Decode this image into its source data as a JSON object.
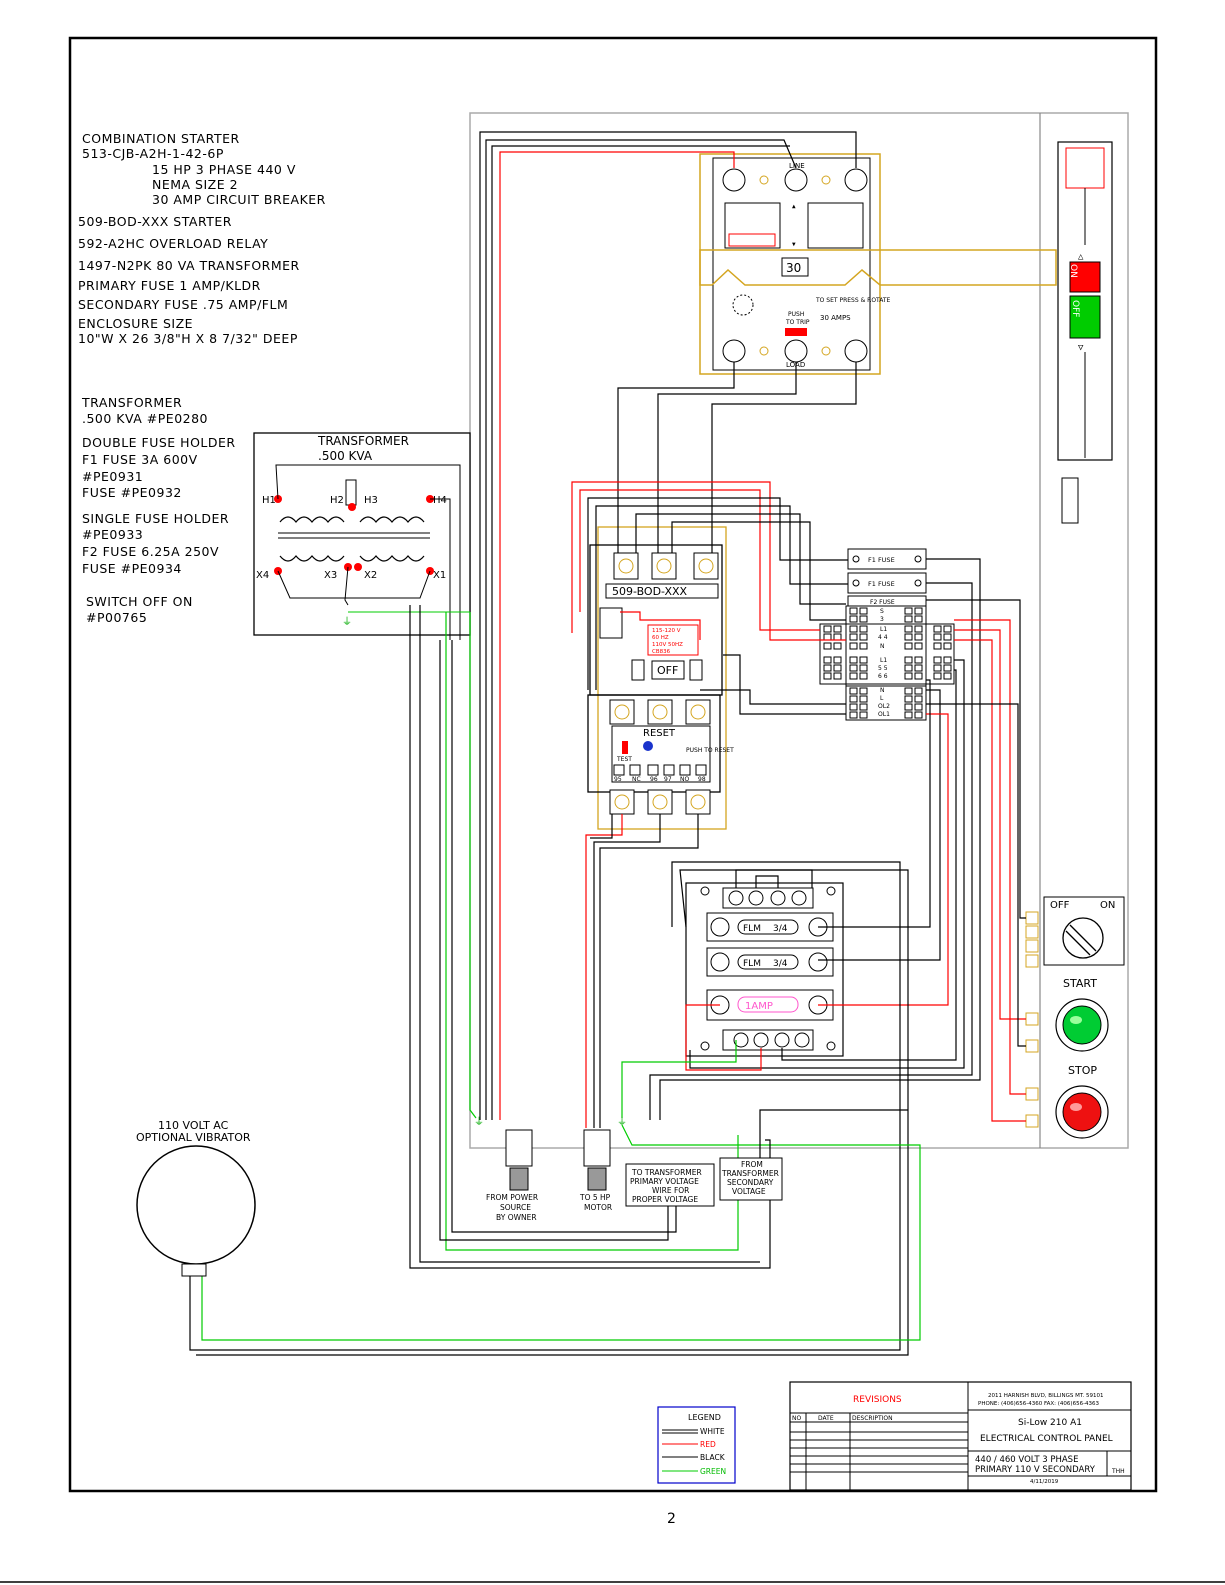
{
  "notes": {
    "combination_starter": [
      "COMBINATION STARTER",
      "513-CJB-A2H-1-42-6P",
      "15 HP 3 PHASE 440 V",
      "NEMA SIZE 2",
      "30 AMP CIRCUIT BREAKER"
    ],
    "components": [
      "509-BOD-XXX STARTER",
      "592-A2HC OVERLOAD RELAY",
      "1497-N2PK 80 VA TRANSFORMER",
      "PRIMARY FUSE 1 AMP/KLDR",
      "SECONDARY FUSE .75 AMP/FLM",
      "ENCLOSURE SIZE",
      "10\"W X 26 3/8\"H X 8 7/32\" DEEP"
    ],
    "transformer": [
      "TRANSFORMER",
      ".500 KVA   #PE0280"
    ],
    "double_fuse": [
      "DOUBLE FUSE HOLDER",
      "F1 FUSE 3A 600V",
      "#PE0931",
      "FUSE #PE0932"
    ],
    "single_fuse": [
      "SINGLE FUSE HOLDER",
      "#PE0933",
      "F2 FUSE 6.25A 250V",
      "FUSE #PE0934"
    ],
    "switch": [
      "SWITCH OFF ON",
      "#P00765"
    ]
  },
  "transformer_box": {
    "title": "TRANSFORMER",
    "rating": ".500 KVA",
    "h1": "H1",
    "h2": "H2",
    "h3": "H3",
    "h4": "H4",
    "x1": "X1",
    "x2": "X2",
    "x3": "X3",
    "x4": "X4"
  },
  "breaker": {
    "line": "LINE",
    "load": "LOAD",
    "dial": "30",
    "push": "PUSH",
    "to_trip": "TO TRIP",
    "to_set": "TO SET PRESS & ROTATE",
    "amps": "30 AMPS",
    "handle_text": "O N  O F F"
  },
  "starter": {
    "label": "509-BOD-XXX",
    "coil_lines": [
      "115-120 V",
      "60 HZ",
      "110V 50HZ",
      "CB836"
    ],
    "off": "OFF",
    "reset": "RESET",
    "test": "TEST",
    "push_to_reset": "PUSH TO RESET",
    "terminals": [
      "95",
      "NC",
      "96",
      "97",
      "NO",
      "98"
    ]
  },
  "fuse_block": {
    "f1a": "F1 FUSE",
    "f1b": "F1 FUSE",
    "f2": "F2 FUSE"
  },
  "terminal_strip": [
    "S",
    "3",
    "L1",
    "4 4",
    "N",
    "L1",
    "5 5",
    "6 6",
    "N",
    "L",
    "OL2",
    "OL1"
  ],
  "fuse_holder": {
    "fuse1": "FLM",
    "rating1": "3/4",
    "fuse2": "FLM",
    "rating2": "3/4",
    "fuse3": "1AMP"
  },
  "disconnect": {
    "handle_on": "ON",
    "handle_off": "OFF"
  },
  "panel_controls": {
    "selector_off": "OFF",
    "selector_on": "ON",
    "start": "START",
    "stop": "STOP"
  },
  "labels": {
    "from_power": [
      "FROM POWER",
      "SOURCE",
      "BY OWNER"
    ],
    "to_motor": [
      "TO 5 HP",
      "MOTOR"
    ],
    "to_transformer": [
      "TO TRANSFORMER",
      "PRIMARY VOLTAGE",
      "WIRE FOR",
      "PROPER VOLTAGE"
    ],
    "from_transformer": [
      "FROM",
      "TRANSFORMER",
      "SECONDARY",
      "VOLTAGE"
    ],
    "vibrator": [
      "110 VOLT AC",
      "OPTIONAL VIBRATOR"
    ]
  },
  "legend": {
    "title": "LEGEND",
    "items": [
      {
        "label": "WHITE",
        "color": "#000000"
      },
      {
        "label": "RED",
        "color": "#ff0000"
      },
      {
        "label": "BLACK",
        "color": "#000000"
      },
      {
        "label": "GREEN",
        "color": "#00bb00"
      }
    ]
  },
  "title_block": {
    "revisions": "REVISIONS",
    "col_no": "NO",
    "col_date": "DATE",
    "col_desc": "DESCRIPTION",
    "address": "2011 HARNISH BLVD, BILLINGS MT. 59101",
    "phone": "PHONE: (406)656-4360 FAX: (406)656-4363",
    "product": "Si-Low 210 A1",
    "panel": "ELECTRICAL CONTROL PANEL",
    "voltage1": "440 / 460 VOLT  3 PHASE",
    "voltage2": "PRIMARY 110 V SECONDARY",
    "initials": "THH",
    "date": "4/11/2019"
  },
  "page_number": "2",
  "colors": {
    "red": "#ff0000",
    "green": "#00cc00",
    "gold": "#d4a520",
    "black": "#000000",
    "blue": "#0000cc"
  }
}
